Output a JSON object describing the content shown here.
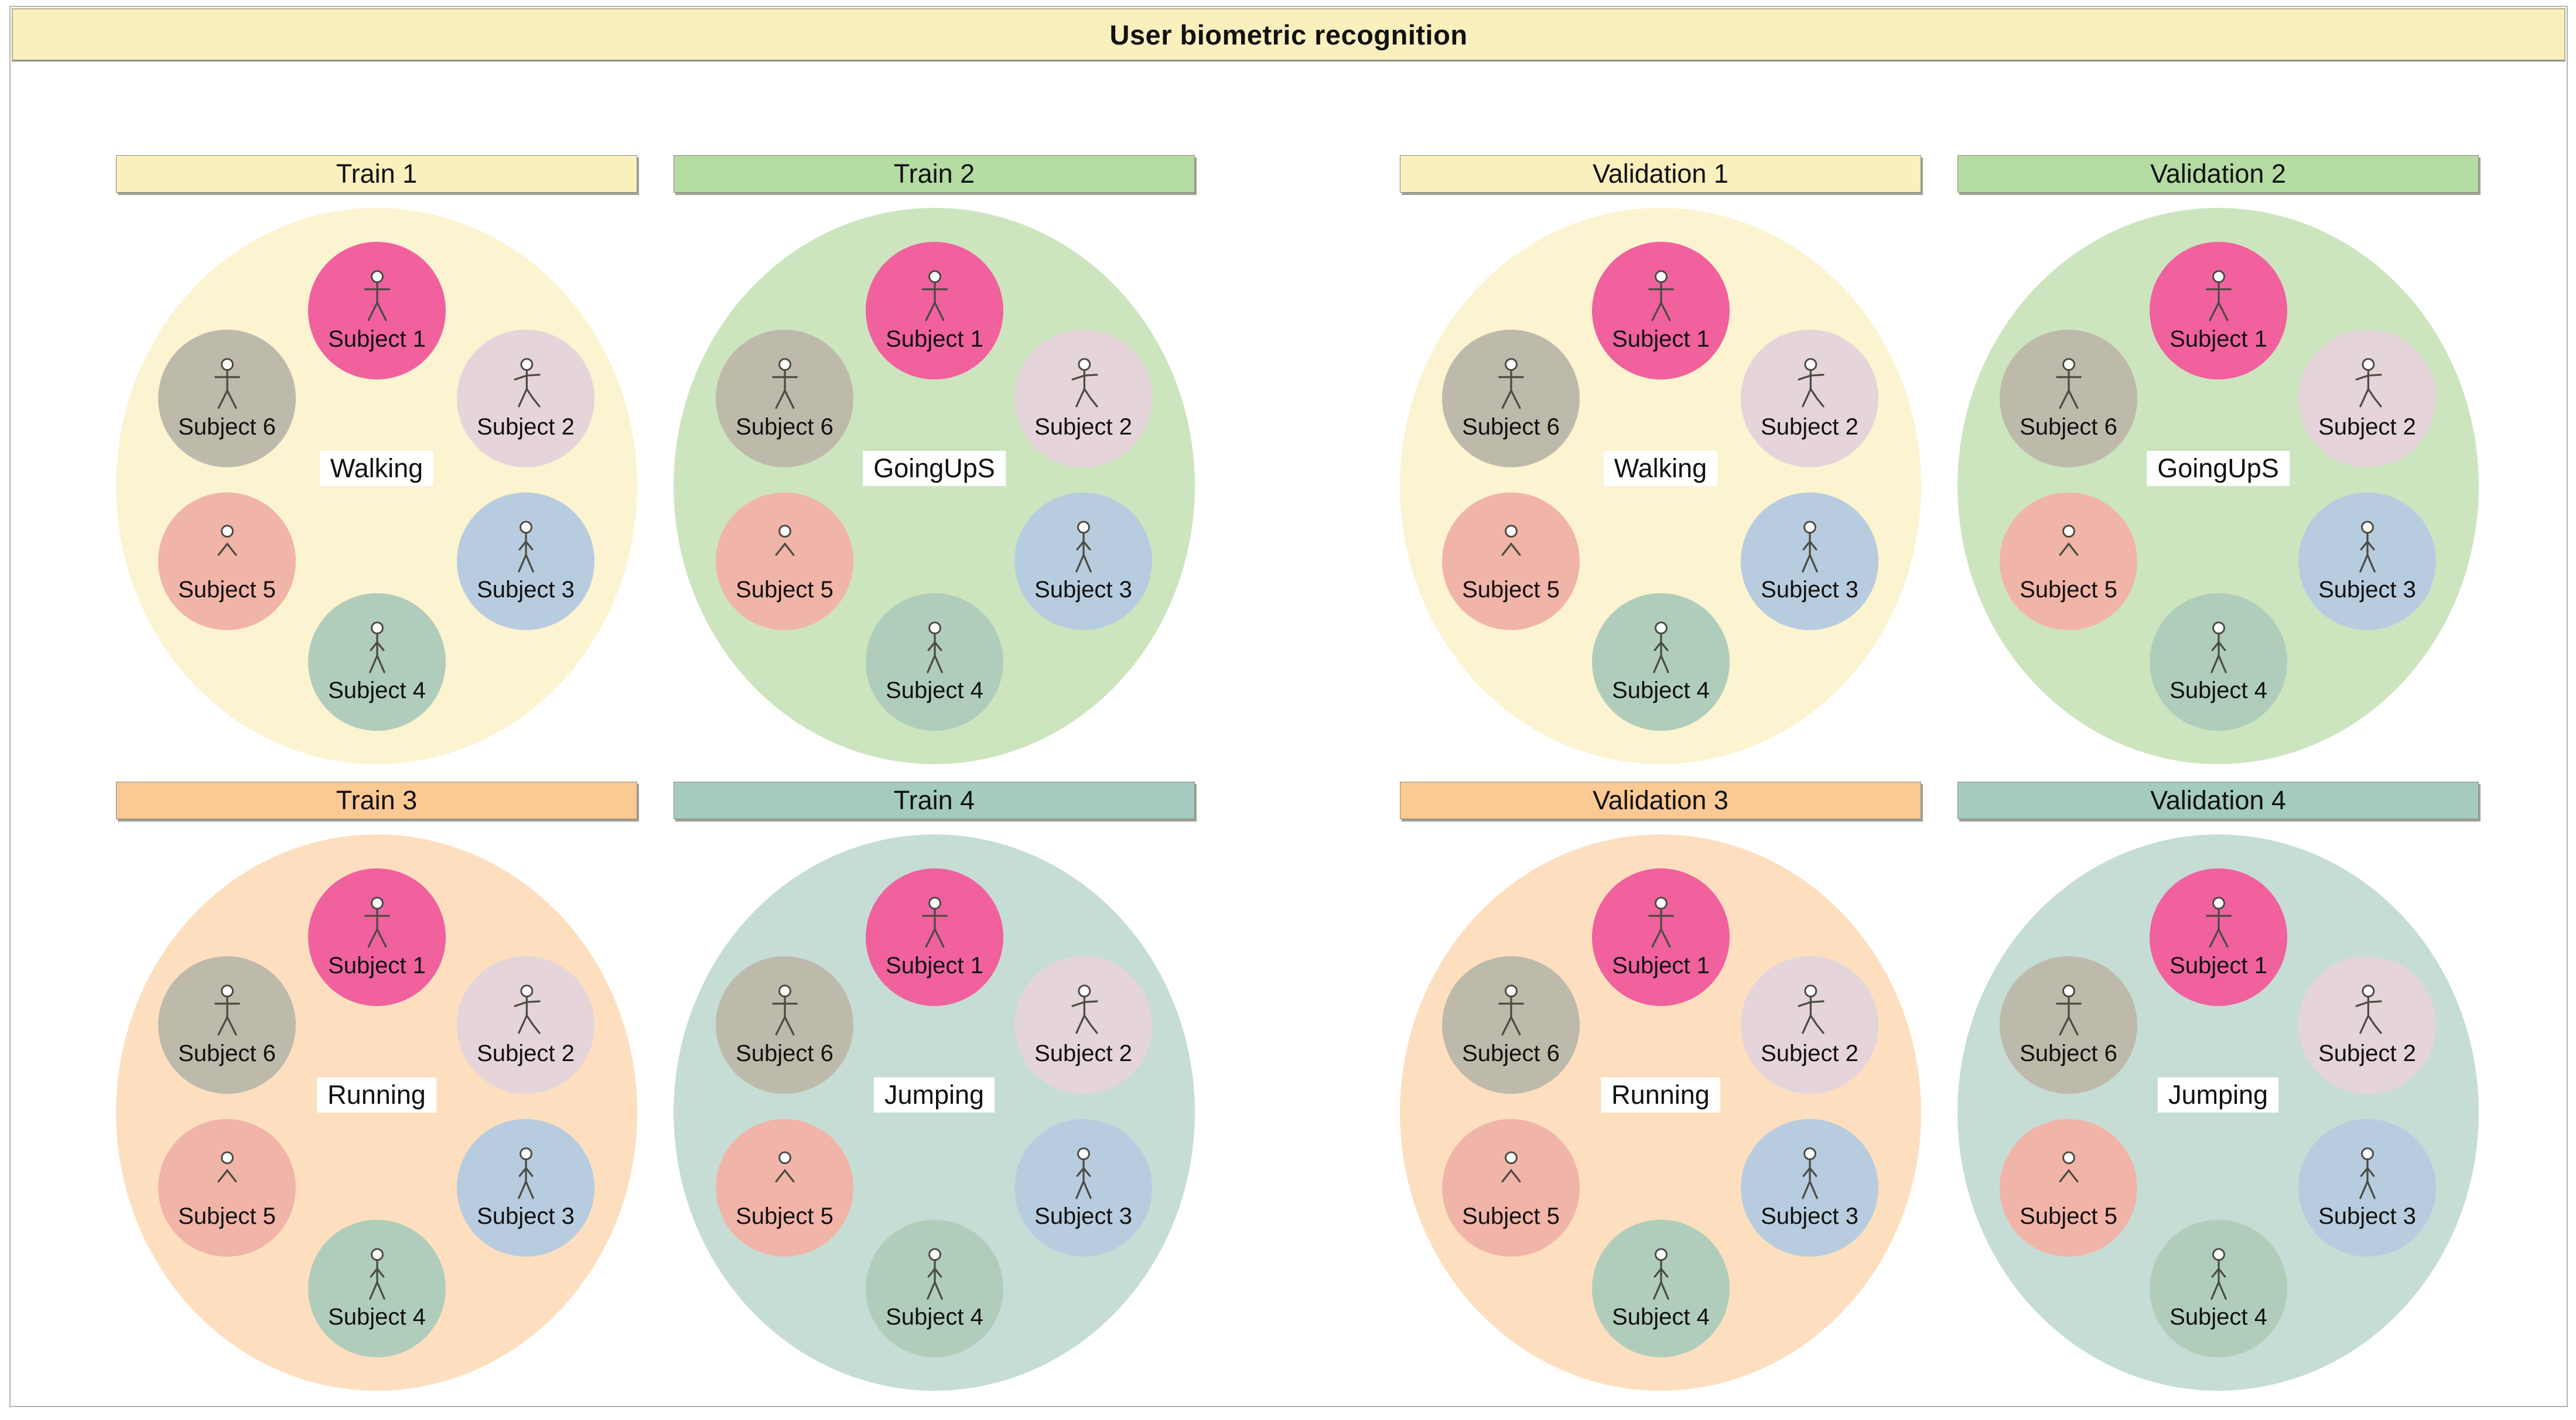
{
  "title": "User biometric recognition",
  "themes": {
    "yellow": {
      "header": "#faf0be",
      "circle": "#fcf3d1"
    },
    "green": {
      "header": "#b5dca3",
      "circle": "#cde5bf"
    },
    "orange": {
      "header": "#fbc994",
      "circle": "#fddfbf"
    },
    "teal": {
      "header": "#a3cbc0",
      "circle": "#c6ddd6"
    }
  },
  "subjects": [
    {
      "name": "Subject 1",
      "color": "#f0619e",
      "icon": "person-icon",
      "pose": "star"
    },
    {
      "name": "Subject 2",
      "color": "#e5d4da",
      "icon": "person-icon",
      "pose": "walk"
    },
    {
      "name": "Subject 3",
      "color": "#b8ccdf",
      "icon": "person-icon",
      "pose": "stand"
    },
    {
      "name": "Subject 4",
      "color": "#b0cdbb",
      "icon": "person-icon",
      "pose": "stand"
    },
    {
      "name": "Subject 5",
      "color": "#f1b4a8",
      "icon": "person-icon",
      "pose": "peek"
    },
    {
      "name": "Subject 6",
      "color": "#bebaab",
      "icon": "person-icon",
      "pose": "star"
    }
  ],
  "panels": [
    {
      "id": "train-1",
      "label": "Train 1",
      "activity": "Walking",
      "theme": "yellow"
    },
    {
      "id": "train-2",
      "label": "Train 2",
      "activity": "GoingUpS",
      "theme": "green"
    },
    {
      "id": "validation-1",
      "label": "Validation 1",
      "activity": "Walking",
      "theme": "yellow"
    },
    {
      "id": "validation-2",
      "label": "Validation 2",
      "activity": "GoingUpS",
      "theme": "green"
    },
    {
      "id": "train-3",
      "label": "Train 3",
      "activity": "Running",
      "theme": "orange"
    },
    {
      "id": "train-4",
      "label": "Train 4",
      "activity": "Jumping",
      "theme": "teal"
    },
    {
      "id": "validation-3",
      "label": "Validation 3",
      "activity": "Running",
      "theme": "orange"
    },
    {
      "id": "validation-4",
      "label": "Validation 4",
      "activity": "Jumping",
      "theme": "teal"
    }
  ]
}
